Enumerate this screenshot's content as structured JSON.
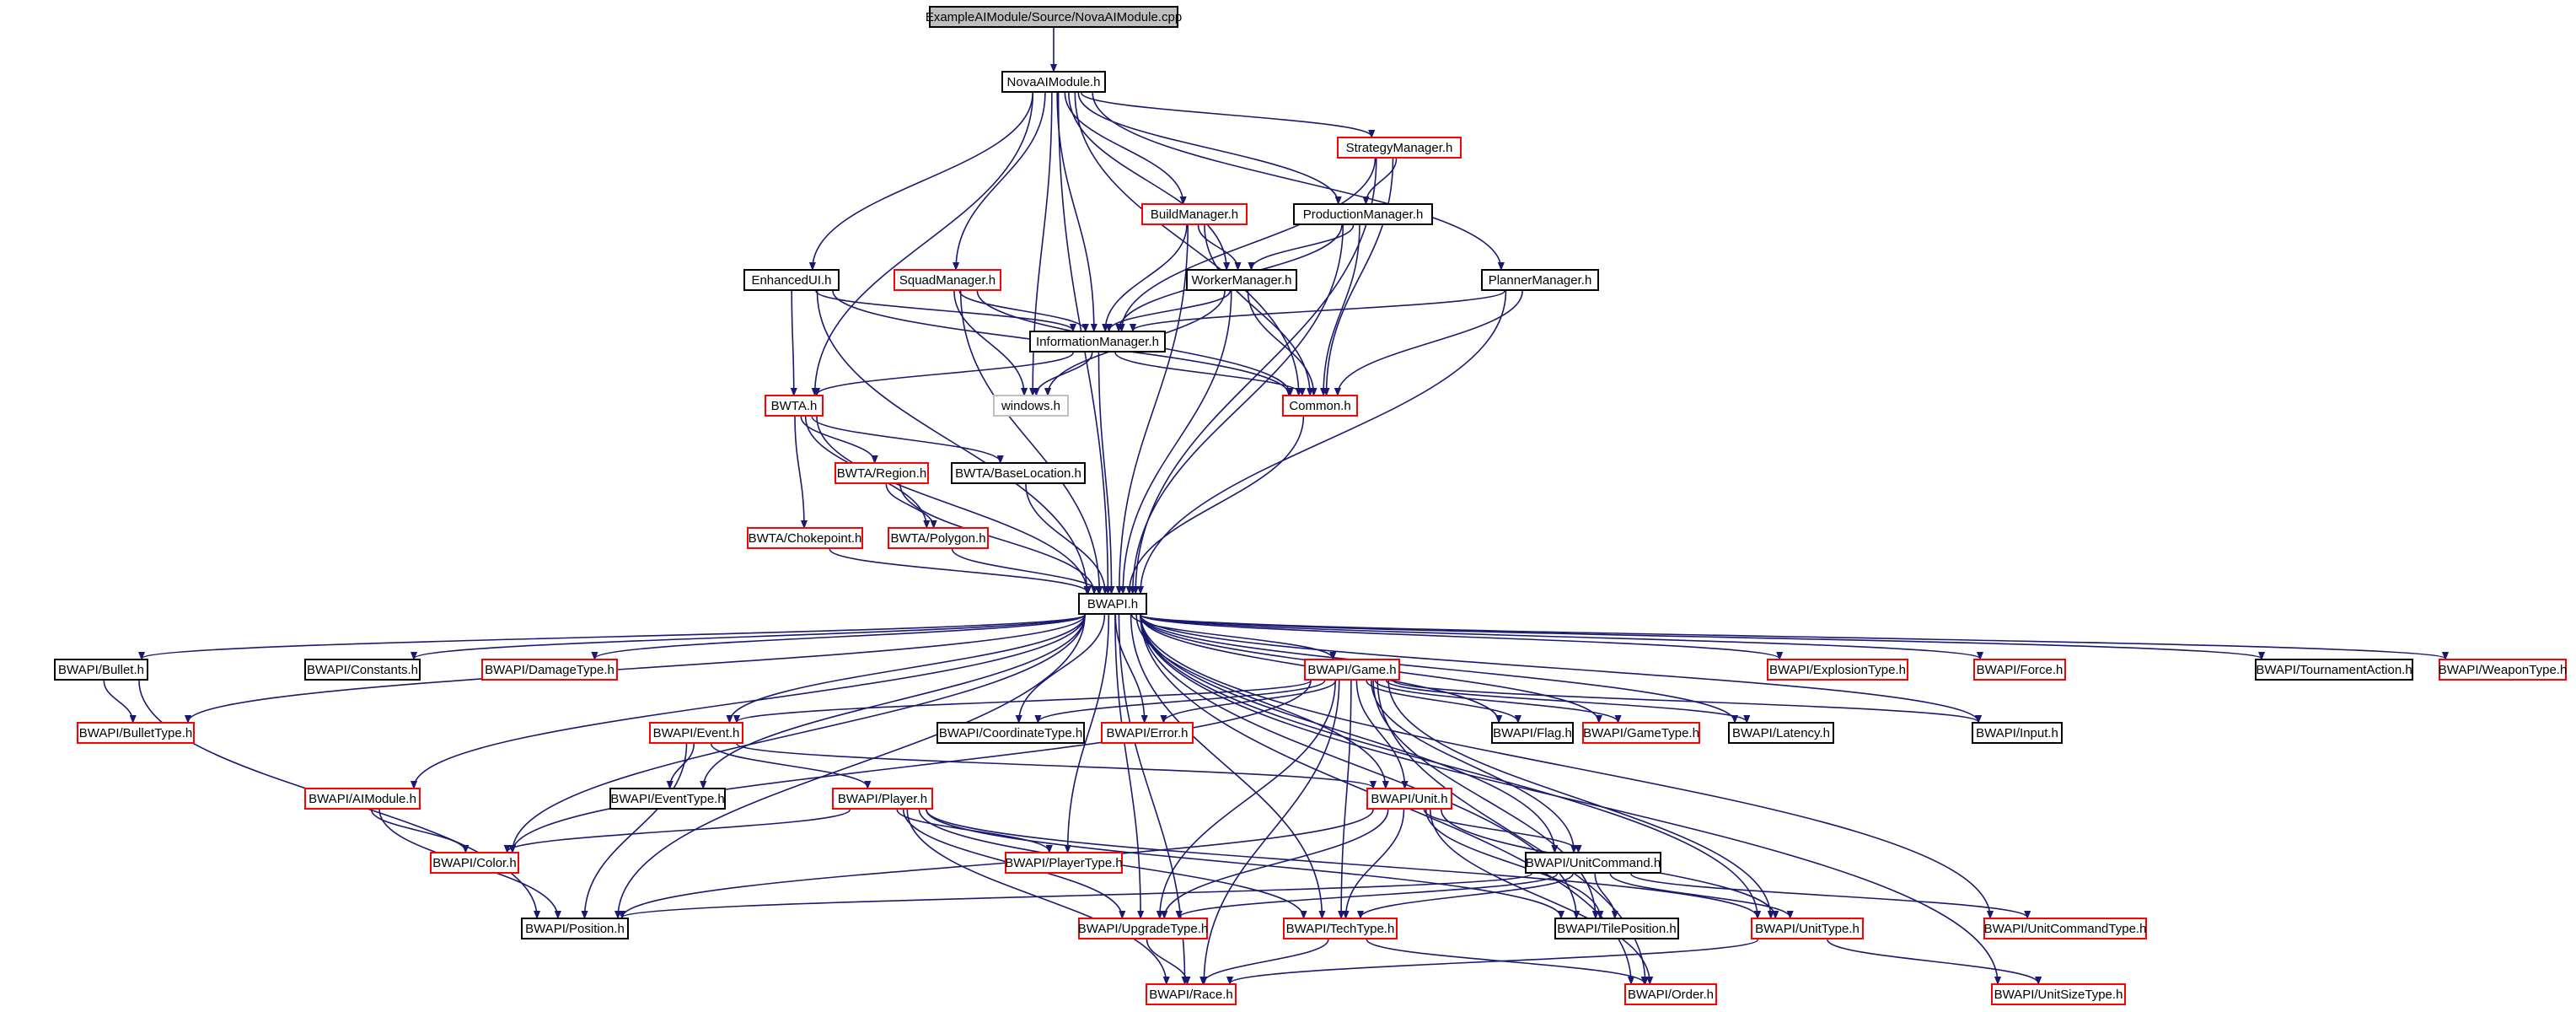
{
  "diagram": {
    "colors": {
      "edge": "#191970",
      "complete_border": "#000000",
      "incomplete_border": "#ff0000",
      "ghost_border": "#c0c0c0",
      "root_fill": "#bfbfbf"
    },
    "nodes": [
      {
        "id": "root",
        "label": "ExampleAIModule/Source/NovaAIModule.cpp",
        "style": "root"
      },
      {
        "id": "novaaimodule_h",
        "label": "NovaAIModule.h",
        "style": "complete"
      },
      {
        "id": "strategymanager_h",
        "label": "StrategyManager.h",
        "style": "incomplete"
      },
      {
        "id": "buildmanager_h",
        "label": "BuildManager.h",
        "style": "incomplete"
      },
      {
        "id": "productionmanager_h",
        "label": "ProductionManager.h",
        "style": "complete"
      },
      {
        "id": "enhancedui_h",
        "label": "EnhancedUI.h",
        "style": "complete"
      },
      {
        "id": "squadmanager_h",
        "label": "SquadManager.h",
        "style": "incomplete"
      },
      {
        "id": "workermanager_h",
        "label": "WorkerManager.h",
        "style": "complete"
      },
      {
        "id": "plannermanager_h",
        "label": "PlannerManager.h",
        "style": "complete"
      },
      {
        "id": "informationmanager_h",
        "label": "InformationManager.h",
        "style": "complete"
      },
      {
        "id": "bwta_h",
        "label": "BWTA.h",
        "style": "incomplete"
      },
      {
        "id": "windows_h",
        "label": "windows.h",
        "style": "ghost"
      },
      {
        "id": "common_h",
        "label": "Common.h",
        "style": "incomplete"
      },
      {
        "id": "bwta_region_h",
        "label": "BWTA/Region.h",
        "style": "incomplete"
      },
      {
        "id": "bwta_baselocation_h",
        "label": "BWTA/BaseLocation.h",
        "style": "complete"
      },
      {
        "id": "bwta_chokepoint_h",
        "label": "BWTA/Chokepoint.h",
        "style": "incomplete"
      },
      {
        "id": "bwta_polygon_h",
        "label": "BWTA/Polygon.h",
        "style": "incomplete"
      },
      {
        "id": "bwapi_h",
        "label": "BWAPI.h",
        "style": "complete"
      },
      {
        "id": "bwapi_bullet_h",
        "label": "BWAPI/Bullet.h",
        "style": "complete"
      },
      {
        "id": "bwapi_constants_h",
        "label": "BWAPI/Constants.h",
        "style": "complete"
      },
      {
        "id": "bwapi_damagetype_h",
        "label": "BWAPI/DamageType.h",
        "style": "incomplete"
      },
      {
        "id": "bwapi_game_h",
        "label": "BWAPI/Game.h",
        "style": "incomplete"
      },
      {
        "id": "bwapi_explosiontype_h",
        "label": "BWAPI/ExplosionType.h",
        "style": "incomplete"
      },
      {
        "id": "bwapi_force_h",
        "label": "BWAPI/Force.h",
        "style": "incomplete"
      },
      {
        "id": "bwapi_tournamentaction_h",
        "label": "BWAPI/TournamentAction.h",
        "style": "complete"
      },
      {
        "id": "bwapi_weapontype_h",
        "label": "BWAPI/WeaponType.h",
        "style": "incomplete"
      },
      {
        "id": "bwapi_bullettype_h",
        "label": "BWAPI/BulletType.h",
        "style": "incomplete"
      },
      {
        "id": "bwapi_event_h",
        "label": "BWAPI/Event.h",
        "style": "incomplete"
      },
      {
        "id": "bwapi_coordinatetype_h",
        "label": "BWAPI/CoordinateType.h",
        "style": "complete"
      },
      {
        "id": "bwapi_error_h",
        "label": "BWAPI/Error.h",
        "style": "incomplete"
      },
      {
        "id": "bwapi_flag_h",
        "label": "BWAPI/Flag.h",
        "style": "complete"
      },
      {
        "id": "bwapi_gametype_h",
        "label": "BWAPI/GameType.h",
        "style": "incomplete"
      },
      {
        "id": "bwapi_latency_h",
        "label": "BWAPI/Latency.h",
        "style": "complete"
      },
      {
        "id": "bwapi_input_h",
        "label": "BWAPI/Input.h",
        "style": "complete"
      },
      {
        "id": "bwapi_aimodule_h",
        "label": "BWAPI/AIModule.h",
        "style": "incomplete"
      },
      {
        "id": "bwapi_eventtype_h",
        "label": "BWAPI/EventType.h",
        "style": "complete"
      },
      {
        "id": "bwapi_player_h",
        "label": "BWAPI/Player.h",
        "style": "incomplete"
      },
      {
        "id": "bwapi_unit_h",
        "label": "BWAPI/Unit.h",
        "style": "incomplete"
      },
      {
        "id": "bwapi_color_h",
        "label": "BWAPI/Color.h",
        "style": "incomplete"
      },
      {
        "id": "bwapi_playertype_h",
        "label": "BWAPI/PlayerType.h",
        "style": "incomplete"
      },
      {
        "id": "bwapi_unitcommand_h",
        "label": "BWAPI/UnitCommand.h",
        "style": "complete"
      },
      {
        "id": "bwapi_position_h",
        "label": "BWAPI/Position.h",
        "style": "complete"
      },
      {
        "id": "bwapi_upgradetype_h",
        "label": "BWAPI/UpgradeType.h",
        "style": "incomplete"
      },
      {
        "id": "bwapi_techtype_h",
        "label": "BWAPI/TechType.h",
        "style": "incomplete"
      },
      {
        "id": "bwapi_tileposition_h",
        "label": "BWAPI/TilePosition.h",
        "style": "complete"
      },
      {
        "id": "bwapi_unittype_h",
        "label": "BWAPI/UnitType.h",
        "style": "incomplete"
      },
      {
        "id": "bwapi_unitcommandtype_h",
        "label": "BWAPI/UnitCommandType.h",
        "style": "incomplete"
      },
      {
        "id": "bwapi_race_h",
        "label": "BWAPI/Race.h",
        "style": "incomplete"
      },
      {
        "id": "bwapi_order_h",
        "label": "BWAPI/Order.h",
        "style": "incomplete"
      },
      {
        "id": "bwapi_unitsizetype_h",
        "label": "BWAPI/UnitSizeType.h",
        "style": "incomplete"
      }
    ],
    "edges": [
      [
        "root",
        "novaaimodule_h"
      ],
      [
        "novaaimodule_h",
        "strategymanager_h"
      ],
      [
        "novaaimodule_h",
        "buildmanager_h"
      ],
      [
        "novaaimodule_h",
        "productionmanager_h"
      ],
      [
        "novaaimodule_h",
        "enhancedui_h"
      ],
      [
        "novaaimodule_h",
        "squadmanager_h"
      ],
      [
        "novaaimodule_h",
        "workermanager_h"
      ],
      [
        "novaaimodule_h",
        "plannermanager_h"
      ],
      [
        "novaaimodule_h",
        "informationmanager_h"
      ],
      [
        "novaaimodule_h",
        "bwta_h"
      ],
      [
        "novaaimodule_h",
        "windows_h"
      ],
      [
        "novaaimodule_h",
        "common_h"
      ],
      [
        "novaaimodule_h",
        "bwapi_h"
      ],
      [
        "strategymanager_h",
        "productionmanager_h"
      ],
      [
        "strategymanager_h",
        "informationmanager_h"
      ],
      [
        "strategymanager_h",
        "common_h"
      ],
      [
        "strategymanager_h",
        "bwapi_h"
      ],
      [
        "buildmanager_h",
        "workermanager_h"
      ],
      [
        "buildmanager_h",
        "informationmanager_h"
      ],
      [
        "buildmanager_h",
        "common_h"
      ],
      [
        "buildmanager_h",
        "bwapi_h"
      ],
      [
        "productionmanager_h",
        "workermanager_h"
      ],
      [
        "productionmanager_h",
        "informationmanager_h"
      ],
      [
        "productionmanager_h",
        "common_h"
      ],
      [
        "productionmanager_h",
        "bwapi_h"
      ],
      [
        "enhancedui_h",
        "informationmanager_h"
      ],
      [
        "enhancedui_h",
        "bwta_h"
      ],
      [
        "enhancedui_h",
        "common_h"
      ],
      [
        "enhancedui_h",
        "bwapi_h"
      ],
      [
        "squadmanager_h",
        "informationmanager_h"
      ],
      [
        "squadmanager_h",
        "windows_h"
      ],
      [
        "squadmanager_h",
        "common_h"
      ],
      [
        "squadmanager_h",
        "bwapi_h"
      ],
      [
        "workermanager_h",
        "informationmanager_h"
      ],
      [
        "workermanager_h",
        "windows_h"
      ],
      [
        "workermanager_h",
        "common_h"
      ],
      [
        "workermanager_h",
        "bwapi_h"
      ],
      [
        "plannermanager_h",
        "informationmanager_h"
      ],
      [
        "plannermanager_h",
        "common_h"
      ],
      [
        "plannermanager_h",
        "bwapi_h"
      ],
      [
        "informationmanager_h",
        "bwta_h"
      ],
      [
        "informationmanager_h",
        "windows_h"
      ],
      [
        "informationmanager_h",
        "common_h"
      ],
      [
        "informationmanager_h",
        "bwapi_h"
      ],
      [
        "common_h",
        "bwapi_h"
      ],
      [
        "bwta_h",
        "bwta_region_h"
      ],
      [
        "bwta_h",
        "bwta_baselocation_h"
      ],
      [
        "bwta_h",
        "bwta_chokepoint_h"
      ],
      [
        "bwta_h",
        "bwta_polygon_h"
      ],
      [
        "bwta_h",
        "bwapi_h"
      ],
      [
        "bwta_region_h",
        "bwta_polygon_h"
      ],
      [
        "bwta_region_h",
        "bwapi_h"
      ],
      [
        "bwta_baselocation_h",
        "bwapi_h"
      ],
      [
        "bwta_chokepoint_h",
        "bwapi_h"
      ],
      [
        "bwta_polygon_h",
        "bwapi_h"
      ],
      [
        "bwapi_h",
        "bwapi_bullet_h"
      ],
      [
        "bwapi_h",
        "bwapi_constants_h"
      ],
      [
        "bwapi_h",
        "bwapi_damagetype_h"
      ],
      [
        "bwapi_h",
        "bwapi_game_h"
      ],
      [
        "bwapi_h",
        "bwapi_explosiontype_h"
      ],
      [
        "bwapi_h",
        "bwapi_force_h"
      ],
      [
        "bwapi_h",
        "bwapi_tournamentaction_h"
      ],
      [
        "bwapi_h",
        "bwapi_weapontype_h"
      ],
      [
        "bwapi_h",
        "bwapi_bullettype_h"
      ],
      [
        "bwapi_h",
        "bwapi_aimodule_h"
      ],
      [
        "bwapi_h",
        "bwapi_color_h"
      ],
      [
        "bwapi_h",
        "bwapi_position_h"
      ],
      [
        "bwapi_h",
        "bwapi_race_h"
      ],
      [
        "bwapi_h",
        "bwapi_eventtype_h"
      ],
      [
        "bwapi_h",
        "bwapi_event_h"
      ],
      [
        "bwapi_h",
        "bwapi_upgradetype_h"
      ],
      [
        "bwapi_h",
        "bwapi_playertype_h"
      ],
      [
        "bwapi_h",
        "bwapi_coordinatetype_h"
      ],
      [
        "bwapi_h",
        "bwapi_error_h"
      ],
      [
        "bwapi_h",
        "bwapi_techtype_h"
      ],
      [
        "bwapi_h",
        "bwapi_unit_h"
      ],
      [
        "bwapi_h",
        "bwapi_flag_h"
      ],
      [
        "bwapi_h",
        "bwapi_gametype_h"
      ],
      [
        "bwapi_h",
        "bwapi_latency_h"
      ],
      [
        "bwapi_h",
        "bwapi_input_h"
      ],
      [
        "bwapi_h",
        "bwapi_unitcommand_h"
      ],
      [
        "bwapi_h",
        "bwapi_tileposition_h"
      ],
      [
        "bwapi_h",
        "bwapi_unittype_h"
      ],
      [
        "bwapi_h",
        "bwapi_unitcommandtype_h"
      ],
      [
        "bwapi_h",
        "bwapi_order_h"
      ],
      [
        "bwapi_h",
        "bwapi_unitsizetype_h"
      ],
      [
        "bwapi_bullet_h",
        "bwapi_bullettype_h"
      ],
      [
        "bwapi_bullet_h",
        "bwapi_position_h"
      ],
      [
        "bwapi_aimodule_h",
        "bwapi_color_h"
      ],
      [
        "bwapi_aimodule_h",
        "bwapi_position_h"
      ],
      [
        "bwapi_game_h",
        "bwapi_event_h"
      ],
      [
        "bwapi_game_h",
        "bwapi_coordinatetype_h"
      ],
      [
        "bwapi_game_h",
        "bwapi_error_h"
      ],
      [
        "bwapi_game_h",
        "bwapi_flag_h"
      ],
      [
        "bwapi_game_h",
        "bwapi_gametype_h"
      ],
      [
        "bwapi_game_h",
        "bwapi_latency_h"
      ],
      [
        "bwapi_game_h",
        "bwapi_input_h"
      ],
      [
        "bwapi_game_h",
        "bwapi_color_h"
      ],
      [
        "bwapi_game_h",
        "bwapi_unit_h"
      ],
      [
        "bwapi_game_h",
        "bwapi_unitcommand_h"
      ],
      [
        "bwapi_game_h",
        "bwapi_upgradetype_h"
      ],
      [
        "bwapi_game_h",
        "bwapi_techtype_h"
      ],
      [
        "bwapi_game_h",
        "bwapi_tileposition_h"
      ],
      [
        "bwapi_game_h",
        "bwapi_unittype_h"
      ],
      [
        "bwapi_game_h",
        "bwapi_race_h"
      ],
      [
        "bwapi_game_h",
        "bwapi_order_h"
      ],
      [
        "bwapi_event_h",
        "bwapi_eventtype_h"
      ],
      [
        "bwapi_event_h",
        "bwapi_player_h"
      ],
      [
        "bwapi_event_h",
        "bwapi_unit_h"
      ],
      [
        "bwapi_event_h",
        "bwapi_position_h"
      ],
      [
        "bwapi_player_h",
        "bwapi_color_h"
      ],
      [
        "bwapi_player_h",
        "bwapi_playertype_h"
      ],
      [
        "bwapi_player_h",
        "bwapi_upgradetype_h"
      ],
      [
        "bwapi_player_h",
        "bwapi_techtype_h"
      ],
      [
        "bwapi_player_h",
        "bwapi_tileposition_h"
      ],
      [
        "bwapi_player_h",
        "bwapi_unittype_h"
      ],
      [
        "bwapi_player_h",
        "bwapi_race_h"
      ],
      [
        "bwapi_unit_h",
        "bwapi_unitcommand_h"
      ],
      [
        "bwapi_unit_h",
        "bwapi_position_h"
      ],
      [
        "bwapi_unit_h",
        "bwapi_upgradetype_h"
      ],
      [
        "bwapi_unit_h",
        "bwapi_techtype_h"
      ],
      [
        "bwapi_unit_h",
        "bwapi_tileposition_h"
      ],
      [
        "bwapi_unit_h",
        "bwapi_unittype_h"
      ],
      [
        "bwapi_unit_h",
        "bwapi_order_h"
      ],
      [
        "bwapi_unitcommand_h",
        "bwapi_position_h"
      ],
      [
        "bwapi_unitcommand_h",
        "bwapi_techtype_h"
      ],
      [
        "bwapi_unitcommand_h",
        "bwapi_tileposition_h"
      ],
      [
        "bwapi_unitcommand_h",
        "bwapi_unittype_h"
      ],
      [
        "bwapi_unitcommand_h",
        "bwapi_unitcommandtype_h"
      ],
      [
        "bwapi_unitcommand_h",
        "bwapi_upgradetype_h"
      ],
      [
        "bwapi_upgradetype_h",
        "bwapi_race_h"
      ],
      [
        "bwapi_techtype_h",
        "bwapi_race_h"
      ],
      [
        "bwapi_techtype_h",
        "bwapi_order_h"
      ],
      [
        "bwapi_unittype_h",
        "bwapi_race_h"
      ],
      [
        "bwapi_unittype_h",
        "bwapi_unitsizetype_h"
      ]
    ]
  }
}
